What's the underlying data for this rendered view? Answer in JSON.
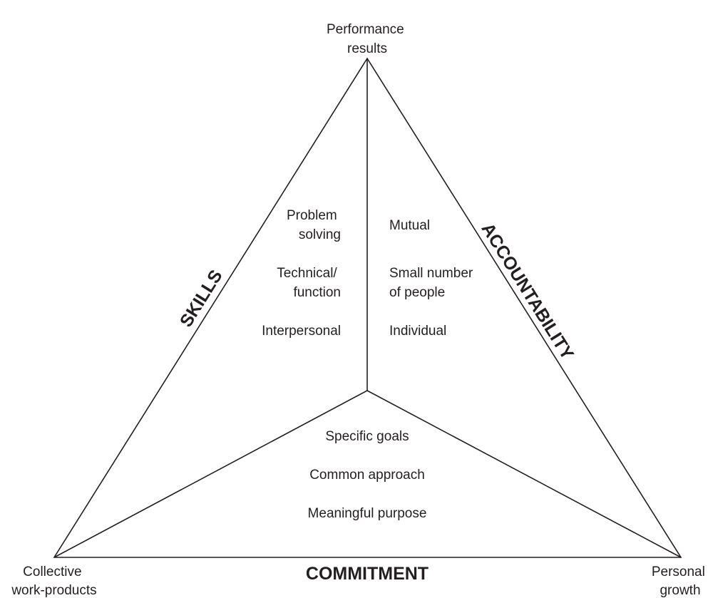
{
  "vertices": {
    "top": [
      "Performance",
      "results"
    ],
    "bottom_left": [
      "Collective",
      "work-products"
    ],
    "bottom_right": [
      "Personal",
      "growth"
    ]
  },
  "sides": {
    "left": "SKILLS",
    "right": "ACCOUNTABILITY",
    "bottom": "COMMITMENT"
  },
  "skills_items": [
    [
      "Problem",
      "solving"
    ],
    [
      "Technical/",
      "function"
    ],
    [
      "Interpersonal"
    ]
  ],
  "accountability_items": [
    [
      "Mutual"
    ],
    [
      "Small number",
      "of people"
    ],
    [
      "Individual"
    ]
  ],
  "commitment_items": [
    "Specific goals",
    "Common approach",
    "Meaningful purpose"
  ],
  "colors": {
    "line": "#231f20",
    "text": "#231f20",
    "background": "#ffffff"
  }
}
